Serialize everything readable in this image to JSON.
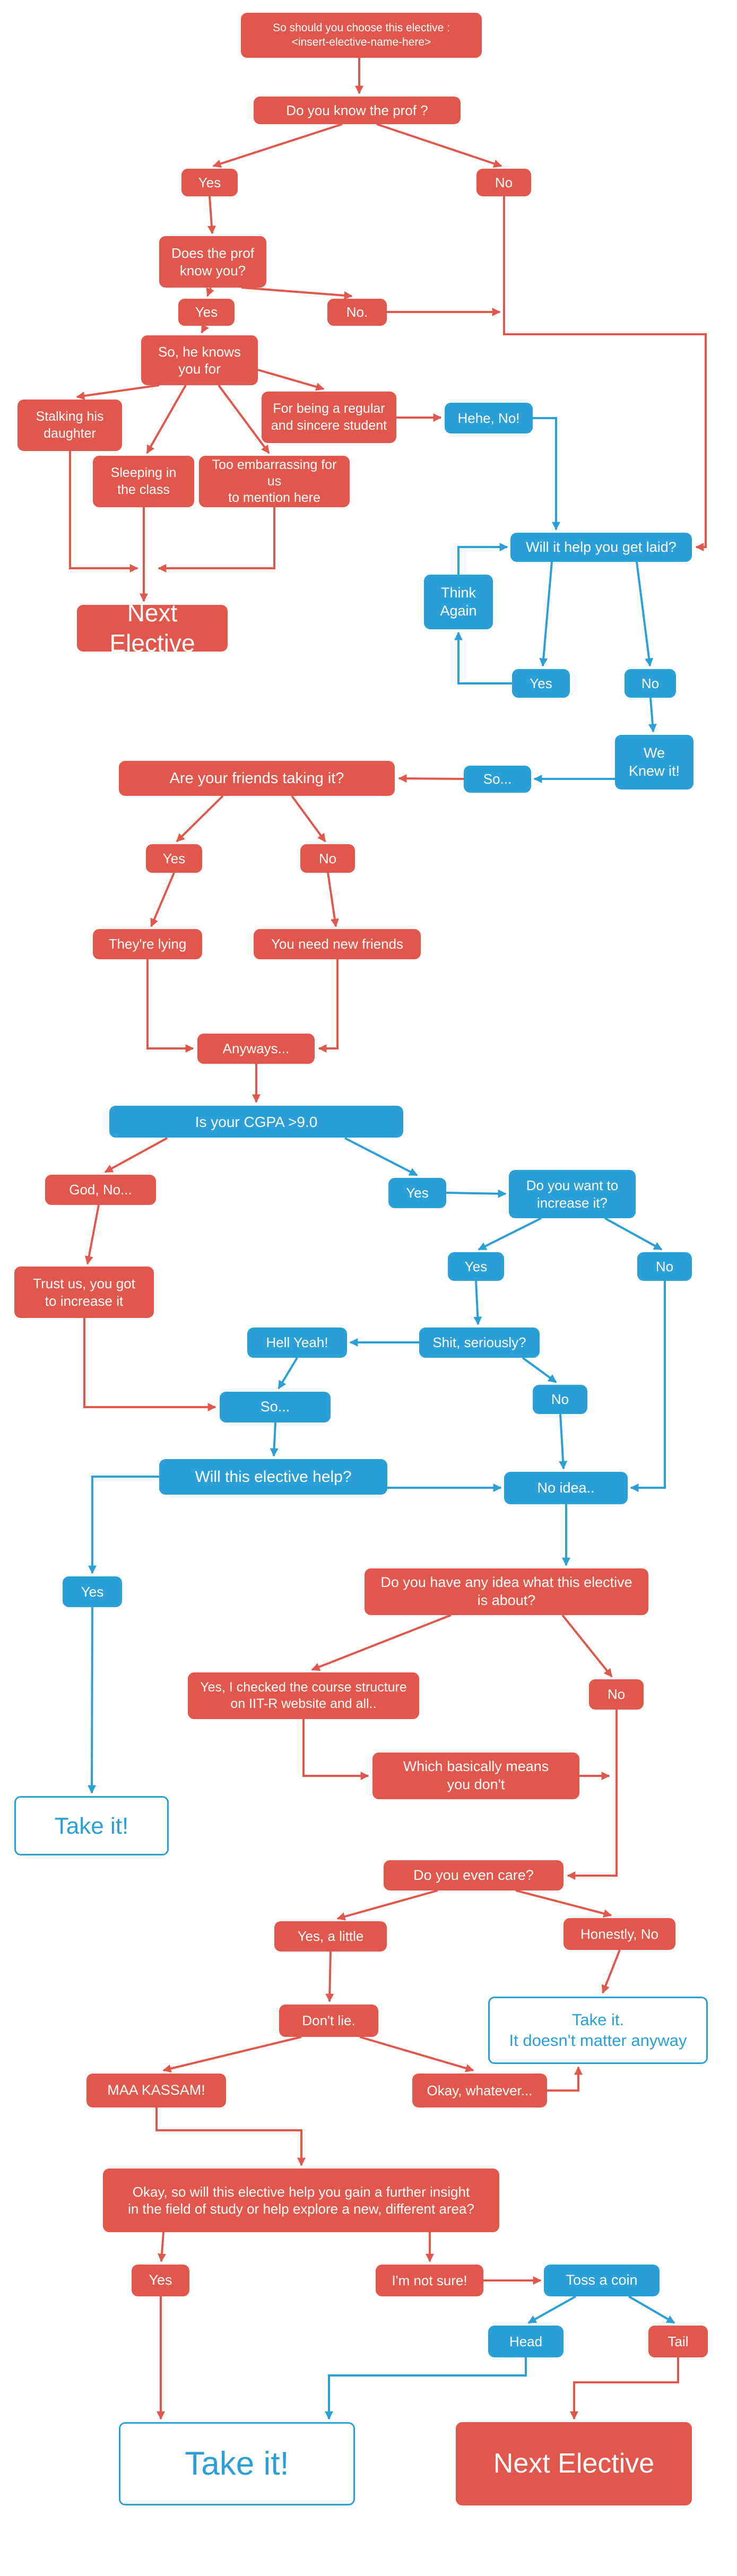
{
  "colors": {
    "red": "#e2574c",
    "blue": "#2b9fd8",
    "background": "#ffffff"
  },
  "chart_title": "So should you choose this elective flowchart",
  "nodes": {
    "title": {
      "text": "So should you choose this elective :\n<insert-elective-name-here>"
    },
    "know_prof": {
      "text": "Do you know the prof ?"
    },
    "yes1": {
      "text": "Yes"
    },
    "no1": {
      "text": "No"
    },
    "prof_know_you": {
      "text": "Does the prof\nknow you?"
    },
    "yes2": {
      "text": "Yes"
    },
    "no2": {
      "text": "No."
    },
    "knows_you_for": {
      "text": "So, he knows\nyou for"
    },
    "stalking": {
      "text": "Stalking his\ndaughter"
    },
    "regular": {
      "text": "For being a regular\nand sincere student"
    },
    "hehe_no": {
      "text": "Hehe, No!"
    },
    "sleeping": {
      "text": "Sleeping in\nthe class"
    },
    "embarrassing": {
      "text": "Too embarrassing for us\nto mention here"
    },
    "get_laid": {
      "text": "Will it help you get laid?"
    },
    "think_again": {
      "text": "Think\nAgain"
    },
    "next_elective_1": {
      "text": "Next Elective"
    },
    "yes3": {
      "text": "Yes"
    },
    "no3": {
      "text": "No"
    },
    "we_knew_it": {
      "text": "We\nKnew it!"
    },
    "so1": {
      "text": "So..."
    },
    "friends_taking": {
      "text": "Are your friends taking it?"
    },
    "yes4": {
      "text": "Yes"
    },
    "no4": {
      "text": "No"
    },
    "lying": {
      "text": "They're lying"
    },
    "new_friends": {
      "text": "You need new friends"
    },
    "anyways": {
      "text": "Anyways..."
    },
    "cgpa": {
      "text": "Is your CGPA >9.0"
    },
    "god_no": {
      "text": "God, No..."
    },
    "yes5": {
      "text": "Yes"
    },
    "increase_it": {
      "text": "Do you want to\nincrease it?"
    },
    "trust_us": {
      "text": "Trust us, you got\nto increase it"
    },
    "yes6": {
      "text": "Yes"
    },
    "no5": {
      "text": "No"
    },
    "hell_yeah": {
      "text": "Hell Yeah!"
    },
    "shit_seriously": {
      "text": "Shit, seriously?"
    },
    "no6": {
      "text": "No"
    },
    "so2": {
      "text": "So..."
    },
    "elective_help": {
      "text": "Will this elective help?"
    },
    "no_idea": {
      "text": "No idea.."
    },
    "yes7": {
      "text": "Yes"
    },
    "any_idea": {
      "text": "Do you have any idea what this elective\nis about?"
    },
    "checked_structure": {
      "text": "Yes, I checked the course structure\non IIT-R website and all.."
    },
    "no7": {
      "text": "No"
    },
    "basically": {
      "text": "Which basically means\nyou don't"
    },
    "take_it_1": {
      "text": "Take it!"
    },
    "even_care": {
      "text": "Do you even care?"
    },
    "yes_little": {
      "text": "Yes, a little"
    },
    "honestly_no": {
      "text": "Honestly, No"
    },
    "dont_lie": {
      "text": "Don't lie."
    },
    "take_it_2": {
      "text": "Take it.\nIt doesn't matter anyway"
    },
    "maa_kassam": {
      "text": "MAA KASSAM!"
    },
    "okay_whatever": {
      "text": "Okay, whatever..."
    },
    "insight": {
      "text": "Okay, so will this elective help you gain a further insight\nin the field of study or help explore a new,  different area?"
    },
    "yes8": {
      "text": "Yes"
    },
    "not_sure": {
      "text": "I'm not sure!"
    },
    "toss_coin": {
      "text": "Toss a coin"
    },
    "head": {
      "text": "Head"
    },
    "tail": {
      "text": "Tail"
    },
    "take_it_final": {
      "text": "Take it!"
    },
    "next_elective_final": {
      "text": "Next Elective"
    }
  }
}
